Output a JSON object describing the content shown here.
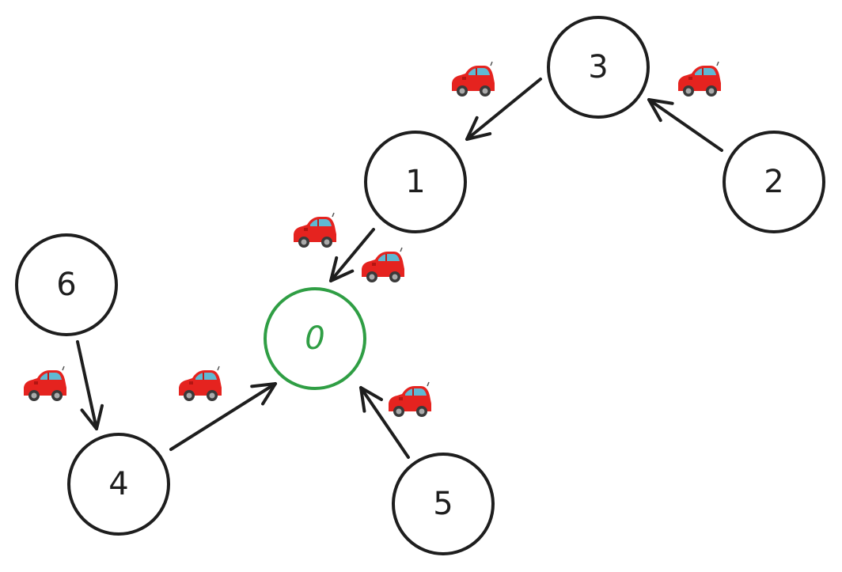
{
  "diagram": {
    "stroke_color": "#1e1e1e",
    "root_color": "#2f9e44",
    "car_icon": "car-icon",
    "nodes": [
      {
        "id": "0",
        "label": "0",
        "root": true
      },
      {
        "id": "1",
        "label": "1"
      },
      {
        "id": "2",
        "label": "2"
      },
      {
        "id": "3",
        "label": "3"
      },
      {
        "id": "4",
        "label": "4"
      },
      {
        "id": "5",
        "label": "5"
      },
      {
        "id": "6",
        "label": "6"
      }
    ],
    "edges": [
      {
        "from": "3",
        "to": "1",
        "cars": 1
      },
      {
        "from": "2",
        "to": "3",
        "cars": 1
      },
      {
        "from": "1",
        "to": "0",
        "cars": 2
      },
      {
        "from": "6",
        "to": "4",
        "cars": 1
      },
      {
        "from": "4",
        "to": "0",
        "cars": 1
      },
      {
        "from": "5",
        "to": "0",
        "cars": 1
      }
    ]
  }
}
